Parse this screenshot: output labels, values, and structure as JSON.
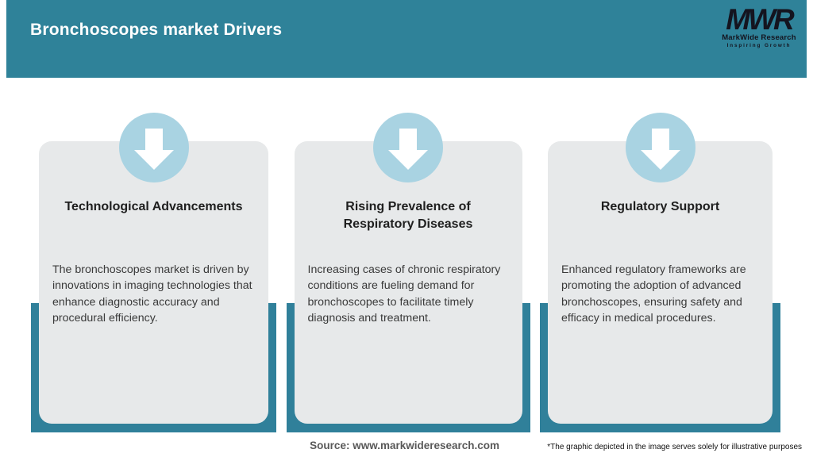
{
  "header": {
    "title": "Bronchoscopes market Drivers",
    "logo": {
      "acronym": "MWR",
      "name": "MarkWide Research",
      "tagline": "Inspiring Growth"
    }
  },
  "cards": [
    {
      "icon": "down-arrow-icon",
      "title": "Technological Advancements",
      "description": "The bronchoscopes market is driven by innovations in imaging technologies that enhance diagnostic accuracy and procedural efficiency."
    },
    {
      "icon": "down-arrow-icon",
      "title": "Rising Prevalence of Respiratory Diseases",
      "description": "Increasing cases of chronic respiratory conditions are fueling demand for bronchoscopes to facilitate timely diagnosis and treatment."
    },
    {
      "icon": "down-arrow-icon",
      "title": "Regulatory Support",
      "description": "Enhanced regulatory frameworks are promoting the adoption of advanced bronchoscopes, ensuring safety and efficacy in medical procedures."
    }
  ],
  "footer": {
    "source": "Source: www.markwideresearch.com",
    "disclaimer": "*The graphic depicted in the image serves solely for illustrative purposes"
  },
  "colors": {
    "header_teal": "#2F8299",
    "frame_teal": "#30809A",
    "circle_blue": "#A9D3E2",
    "card_gray": "#E7E9EA",
    "title_text": "#1F1F1F",
    "body_text": "#3A3A3A",
    "source_text": "#595959",
    "logo_navy": "#14141F"
  }
}
